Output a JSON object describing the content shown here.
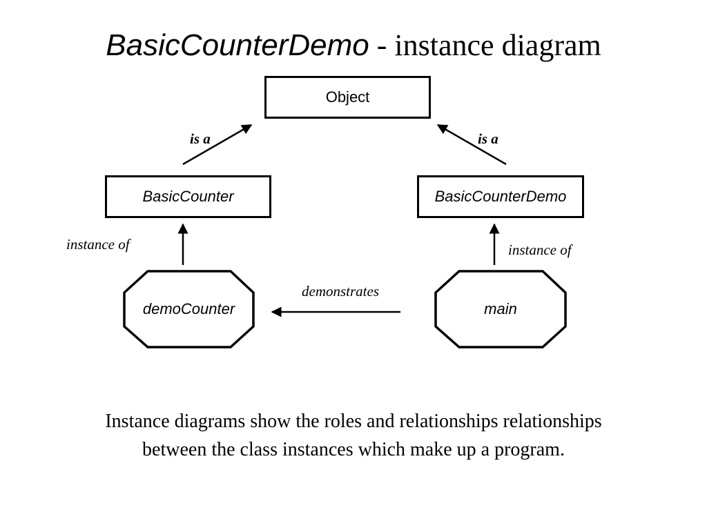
{
  "title": {
    "main": "BasicCounterDemo",
    "sub": "- instance diagram"
  },
  "nodes": {
    "object": "Object",
    "basic_counter": "BasicCounter",
    "basic_counter_demo": "BasicCounterDemo",
    "demo_counter": "demoCounter",
    "main": "main"
  },
  "edges": {
    "isa_left": "is a",
    "isa_right": "is a",
    "instance_left": "instance of",
    "instance_right": "instance of",
    "demonstrates": "demonstrates"
  },
  "caption": "Instance diagrams show the roles and relationships relationships between the class instances which make up a program."
}
